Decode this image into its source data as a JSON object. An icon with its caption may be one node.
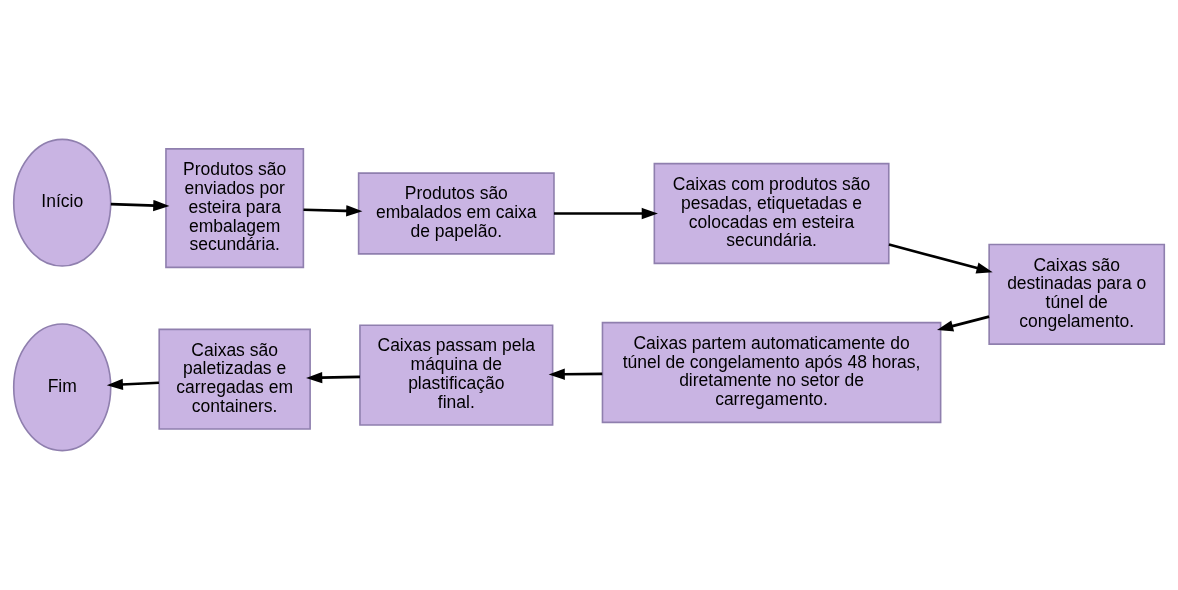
{
  "diagram": {
    "nodes": [
      {
        "text": [
          "Início"
        ]
      },
      {
        "text": [
          "Produtos são enviados por esteira para embalagem secundária."
        ]
      },
      {
        "text": [
          "Produtos são embalados em caixa de papelão."
        ]
      },
      {
        "text": [
          "Caixas com produtos são pesadas, etiquetadas e colocadas em esteira secundária."
        ]
      },
      {
        "text": [
          "Caixas são destinadas para o túnel de congelamento."
        ]
      },
      {
        "text": [
          "Caixas partem automaticamente do túnel de congelamento após 48 horas, diretamente no setor de carregamento."
        ]
      },
      {
        "text": [
          "Caixas passam pela máquina de plastificação final."
        ]
      },
      {
        "text": [
          "Caixas são paletizadas e carregadas em containers."
        ]
      },
      {
        "text": [
          "Fim"
        ]
      }
    ],
    "edges": [
      {
        "from": 0,
        "to": 1,
        "arrow": "to"
      },
      {
        "from": 1,
        "to": 2,
        "arrow": "to"
      },
      {
        "from": 2,
        "to": 3,
        "arrow": "to"
      },
      {
        "from": 3,
        "to": 4,
        "arrow": "to"
      },
      {
        "from": 4,
        "to": 5,
        "arrow": "to"
      },
      {
        "from": 5,
        "to": 6,
        "arrow": "to"
      },
      {
        "from": 6,
        "to": 7,
        "arrow": "to"
      },
      {
        "from": 7,
        "to": 8,
        "arrow": "to"
      }
    ]
  }
}
